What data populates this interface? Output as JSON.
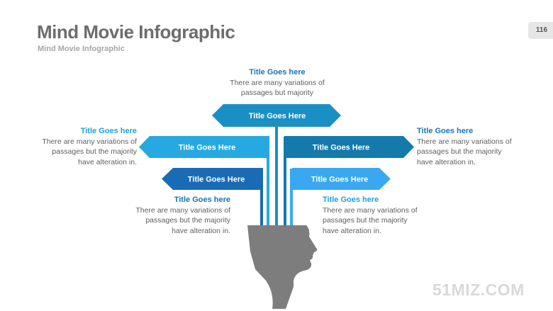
{
  "header": {
    "title": "Mind Movie Infographic",
    "subtitle": "Mind Movie Infographic",
    "page_number": "116"
  },
  "colors": {
    "top": "#1a8fc4",
    "mid_left": "#26a9e0",
    "mid_right": "#147aab",
    "low_left": "#1a6bb5",
    "low_right": "#3aa8f0",
    "head": "#7d7d7d",
    "title_blue_light": "#1ea0e0",
    "title_blue_dark": "#1874b8"
  },
  "arrows": {
    "top": "Title Goes Here",
    "mid_left": "Title Goes Here",
    "mid_right": "Title Goes Here",
    "low_left": "Title Goes Here",
    "low_right": "Title Goes Here"
  },
  "text_blocks": {
    "top": {
      "title": "Title Goes here",
      "lines": [
        "There are many variations of",
        "passages but majority"
      ]
    },
    "mid_left": {
      "title": "Title Goes here",
      "lines": [
        "There are many variations of",
        "passages but the majority",
        "have alteration in."
      ]
    },
    "mid_right": {
      "title": "Title Goes here",
      "lines": [
        "There are many variations of",
        "passages but the majority",
        "have alteration in."
      ]
    },
    "low_left": {
      "title": "Title Goes here",
      "lines": [
        "There are many variations of",
        "passages but the majority",
        "have alteration in."
      ]
    },
    "low_right": {
      "title": "Title Goes here",
      "lines": [
        "There are many variations of",
        "passages but the majority",
        "have alteration in."
      ]
    }
  },
  "watermark": "51MIZ.COM"
}
